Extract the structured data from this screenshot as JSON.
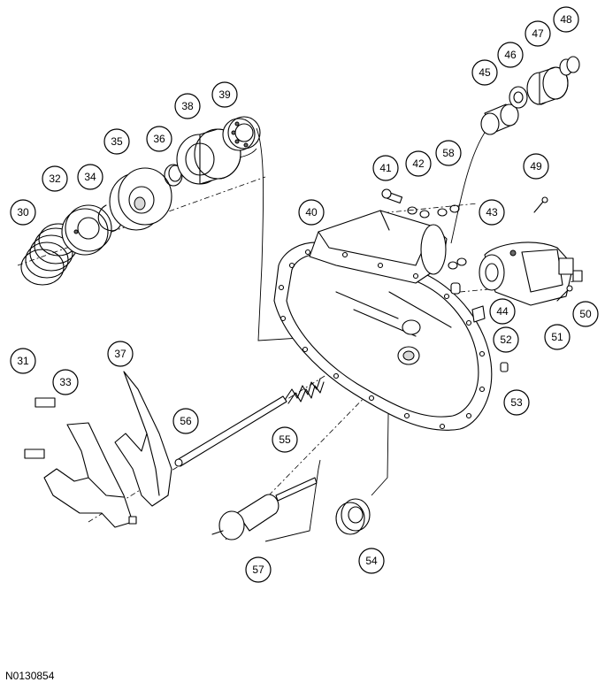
{
  "figure_id": "N0130854",
  "callouts": [
    {
      "label": "30"
    },
    {
      "label": "31"
    },
    {
      "label": "32"
    },
    {
      "label": "33"
    },
    {
      "label": "34"
    },
    {
      "label": "35"
    },
    {
      "label": "36"
    },
    {
      "label": "37"
    },
    {
      "label": "38"
    },
    {
      "label": "39"
    },
    {
      "label": "40"
    },
    {
      "label": "41"
    },
    {
      "label": "42"
    },
    {
      "label": "43"
    },
    {
      "label": "44"
    },
    {
      "label": "45"
    },
    {
      "label": "46"
    },
    {
      "label": "47"
    },
    {
      "label": "48"
    },
    {
      "label": "49"
    },
    {
      "label": "50"
    },
    {
      "label": "51"
    },
    {
      "label": "52"
    },
    {
      "label": "53"
    },
    {
      "label": "54"
    },
    {
      "label": "55"
    },
    {
      "label": "56"
    },
    {
      "label": "57"
    },
    {
      "label": "58"
    }
  ]
}
